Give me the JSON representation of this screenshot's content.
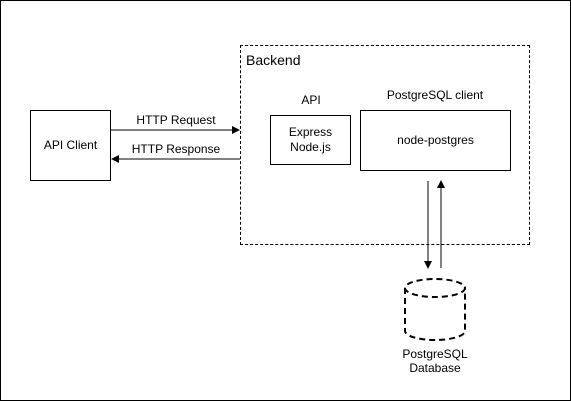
{
  "groups": {
    "backend": "Backend"
  },
  "nodes": {
    "api_client": "API Client",
    "express_line1": "Express",
    "express_line2": "Node.js",
    "node_postgres": "node-postgres",
    "database_line1": "PostgreSQL",
    "database_line2": "Database"
  },
  "labels": {
    "api": "API",
    "postgres_client": "PostgreSQL client"
  },
  "edges": {
    "request": "HTTP Request",
    "response": "HTTP Response"
  }
}
